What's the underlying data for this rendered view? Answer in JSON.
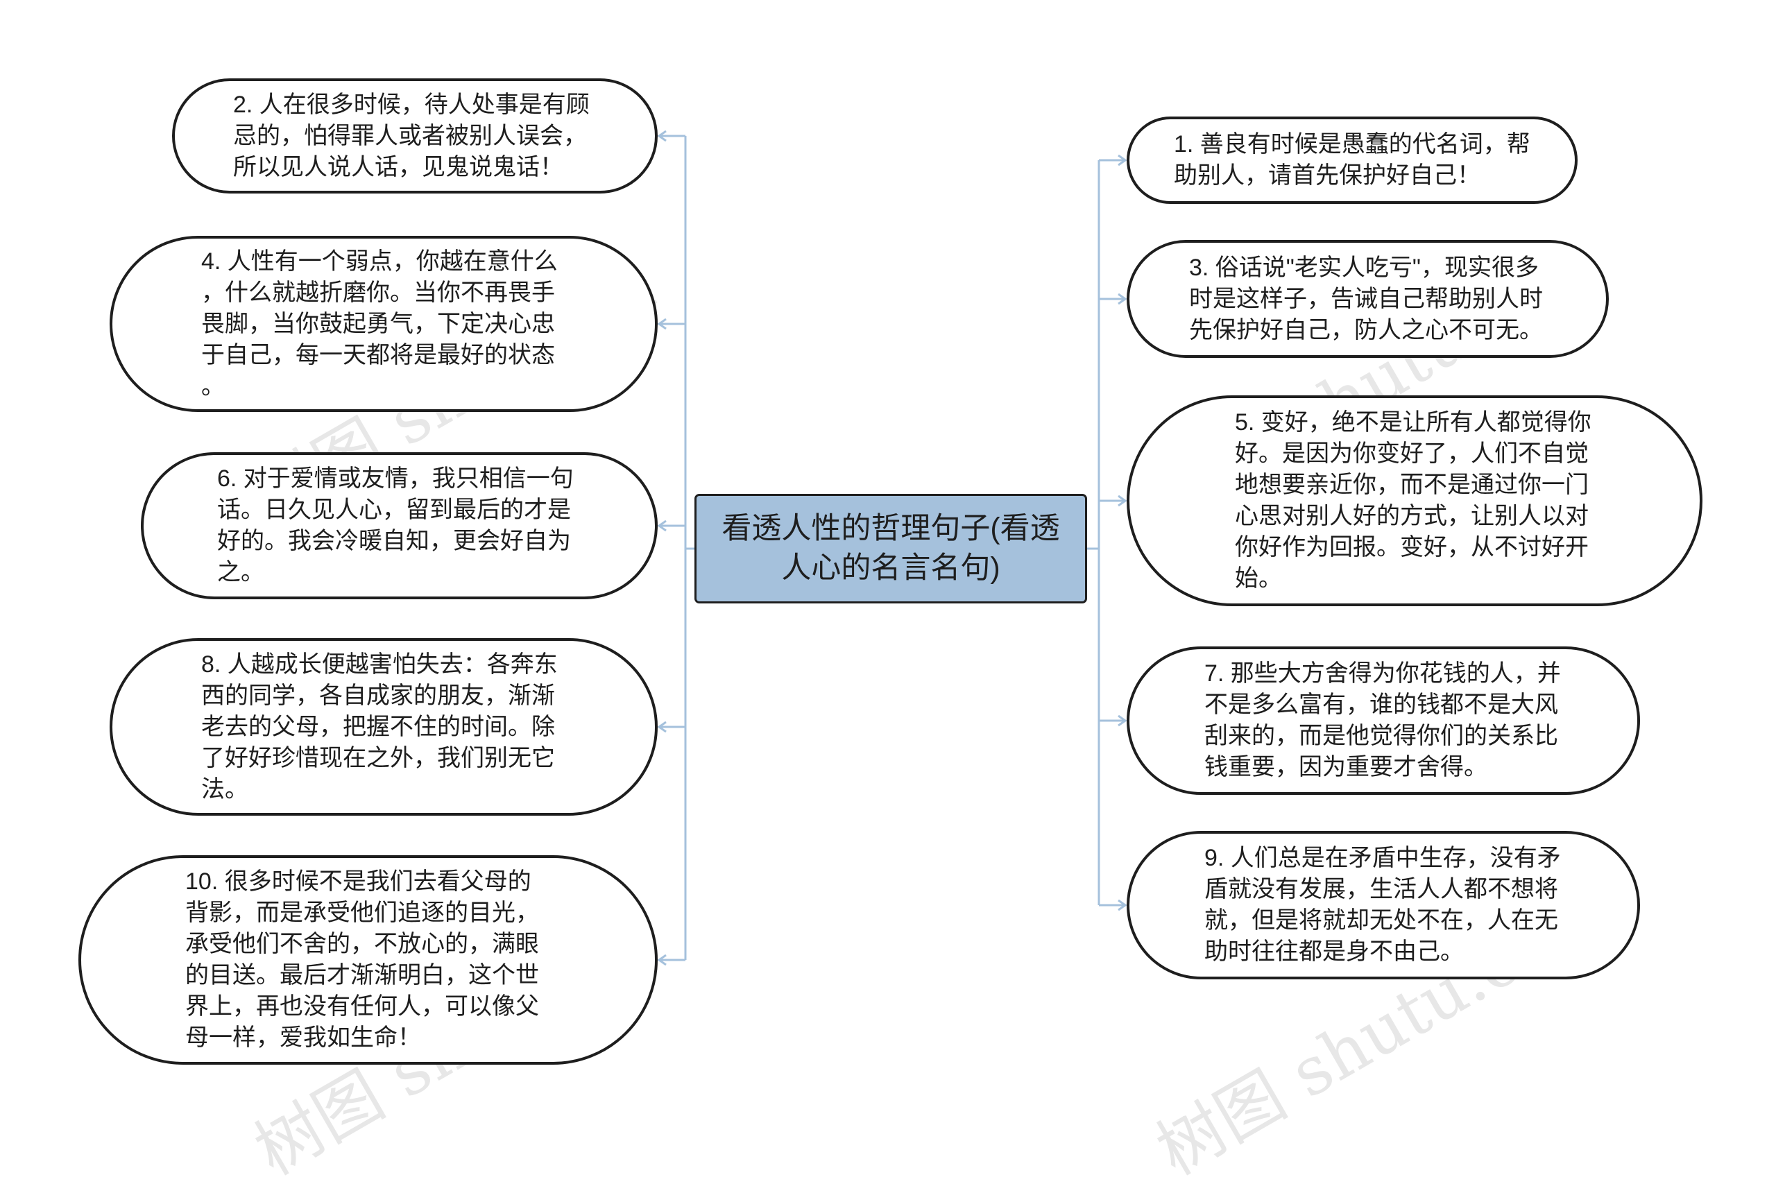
{
  "root": {
    "label": "看透人性的哲理句子(看透\n人心的名言名句)"
  },
  "left_nodes": [
    {
      "text": "2. 人在很多时候，待人处事是有顾\n忌的，怕得罪人或者被别人误会，\n所以见人说人话，见鬼说鬼话！"
    },
    {
      "text": "4. 人性有一个弱点，你越在意什么\n，什么就越折磨你。当你不再畏手\n畏脚，当你鼓起勇气，下定决心忠\n于自己，每一天都将是最好的状态\n。"
    },
    {
      "text": "6. 对于爱情或友情，我只相信一句\n话。日久见人心，留到最后的才是\n好的。我会冷暖自知，更会好自为\n之。"
    },
    {
      "text": "8. 人越成长便越害怕失去：各奔东\n西的同学，各自成家的朋友，渐渐\n老去的父母，把握不住的时间。除\n了好好珍惜现在之外，我们别无它\n法。"
    },
    {
      "text": "10. 很多时候不是我们去看父母的\n背影，而是承受他们追逐的目光，\n承受他们不舍的，不放心的，满眼\n的目送。最后才渐渐明白，这个世\n界上，再也没有任何人，可以像父\n母一样，爱我如生命！"
    }
  ],
  "right_nodes": [
    {
      "text": "1. 善良有时候是愚蠢的代名词，帮\n助别人，请首先保护好自己！"
    },
    {
      "text": "3. 俗话说\"老实人吃亏\"，现实很多\n时是这样子，告诫自己帮助别人时\n先保护好自己，防人之心不可无。"
    },
    {
      "text": "5. 变好，绝不是让所有人都觉得你\n好。是因为你变好了，人们不自觉\n地想要亲近你，而不是通过你一门\n心思对别人好的方式，让别人以对\n你好作为回报。变好，从不讨好开\n始。"
    },
    {
      "text": "7. 那些大方舍得为你花钱的人，并\n不是多么富有，谁的钱都不是大风\n刮来的，而是他觉得你们的关系比\n钱重要，因为重要才舍得。"
    },
    {
      "text": "9. 人们总是在矛盾中生存，没有矛\n盾就没有发展，生活人人都不想将\n就，但是将就却无处不在，人在无\n助时往往都是身不由己。"
    }
  ],
  "watermark": {
    "text": "树图 shutu.cn"
  },
  "colors": {
    "root_fill": "#a5c1dc",
    "connector": "#a5c1dc",
    "border": "#1e1e1e"
  }
}
